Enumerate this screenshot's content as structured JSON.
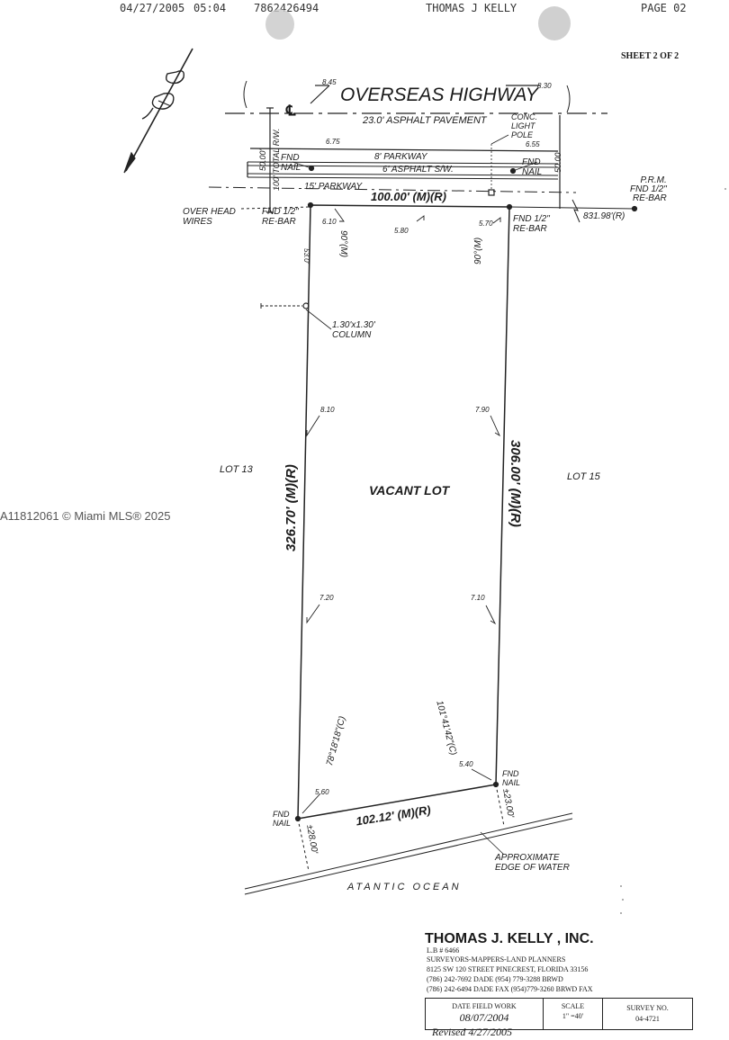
{
  "fax_header": {
    "date": "04/27/2005",
    "time": "05:04",
    "phone": "7862426494",
    "sender": "THOMAS J KELLY",
    "page": "PAGE 02"
  },
  "sheet": "SHEET 2 OF 2",
  "road": {
    "name": "OVERSEAS HIGHWAY",
    "pavement": "23.0' ASPHALT PAVEMENT",
    "row_total": "100' TOTAL R/W.",
    "row_half_left": "50.00'",
    "row_half_right": "50.00'",
    "parkway_upper": "8' PARKWAY",
    "sidewalk": "6' ASPHALT S/W.",
    "parkway_lower": "15' PARKWAY",
    "light_pole": [
      "CONC.",
      "LIGHT",
      "POLE"
    ],
    "elev_left_top": "8.45",
    "elev_right_top": "8.30",
    "elev_left_mid": "6.75",
    "elev_right_mid": "6.55"
  },
  "monuments": {
    "fnd_nail_left": [
      "FND",
      "NAIL"
    ],
    "fnd_nail_right": [
      "FND",
      "NAIL"
    ],
    "rebar_left": [
      "FND 1/2\"",
      "RE-BAR"
    ],
    "rebar_right": [
      "FND 1/2\"",
      "RE-BAR"
    ],
    "prm": [
      "P.R.M.",
      "FND 1/2\"",
      "RE-BAR"
    ],
    "fnd_nail_bottom_right": [
      "FND",
      "NAIL"
    ],
    "fnd_nail_bottom_left": [
      "FND",
      "NAIL"
    ]
  },
  "notes": {
    "overhead": [
      "OVER HEAD",
      "WIRES"
    ],
    "prm_distance": "831.98'(R)",
    "column": [
      "1.30'x1.30'",
      "COLUMN"
    ],
    "water_edge": [
      "APPROXIMATE",
      "EDGE OF WATER"
    ],
    "ocean": "ATANTIC OCEAN",
    "vacant": "VACANT LOT",
    "lot_left": "LOT 13",
    "lot_right": "LOT 15",
    "watermark": "A11812061 © Miami MLS® 2025"
  },
  "dimensions": {
    "north_line": "100.00'  (M)(R)",
    "west_line": "326.70'  (M)(R)",
    "east_line": "306.00'  (M)(R)",
    "south_line": "102.12'  (M)(R)",
    "west_ext": "±28.00'",
    "east_ext": "±23.00'",
    "angle_nw": "90°(M)",
    "angle_ne": "90°(M)",
    "angle_sw": "78°18'18\"(C)",
    "angle_se": "101°41'42\"(C)",
    "setback": "53.0'"
  },
  "elevations": {
    "nw": "6.10",
    "n_mid": "5.80",
    "ne": "5.70",
    "w_upper": "8.10",
    "e_upper": "7.90",
    "w_lower": "7.20",
    "e_lower": "7.10",
    "se": "5.40",
    "sw": "5.60"
  },
  "title_block": {
    "company": "THOMAS J. KELLY , INC.",
    "license": "L.B # 6466",
    "services": "SURVEYORS-MAPPERS-LAND PLANNERS",
    "address": "8125 SW 120 STREET PINECREST, FLORIDA 33156",
    "phone1": "(786) 242-7692 DADE   (954) 779-3288 BRWD",
    "phone2": "(786) 242-6494 DADE FAX (954)779-3260 BRWD FAX",
    "date_label": "DATE FIELD WORK",
    "date_value": "08/07/2004",
    "revised": "Revised 4/27/2005",
    "scale_label": "SCALE",
    "scale_value": "1\" =40'",
    "survey_label": "SURVEY NO.",
    "survey_value": "04-4721"
  }
}
